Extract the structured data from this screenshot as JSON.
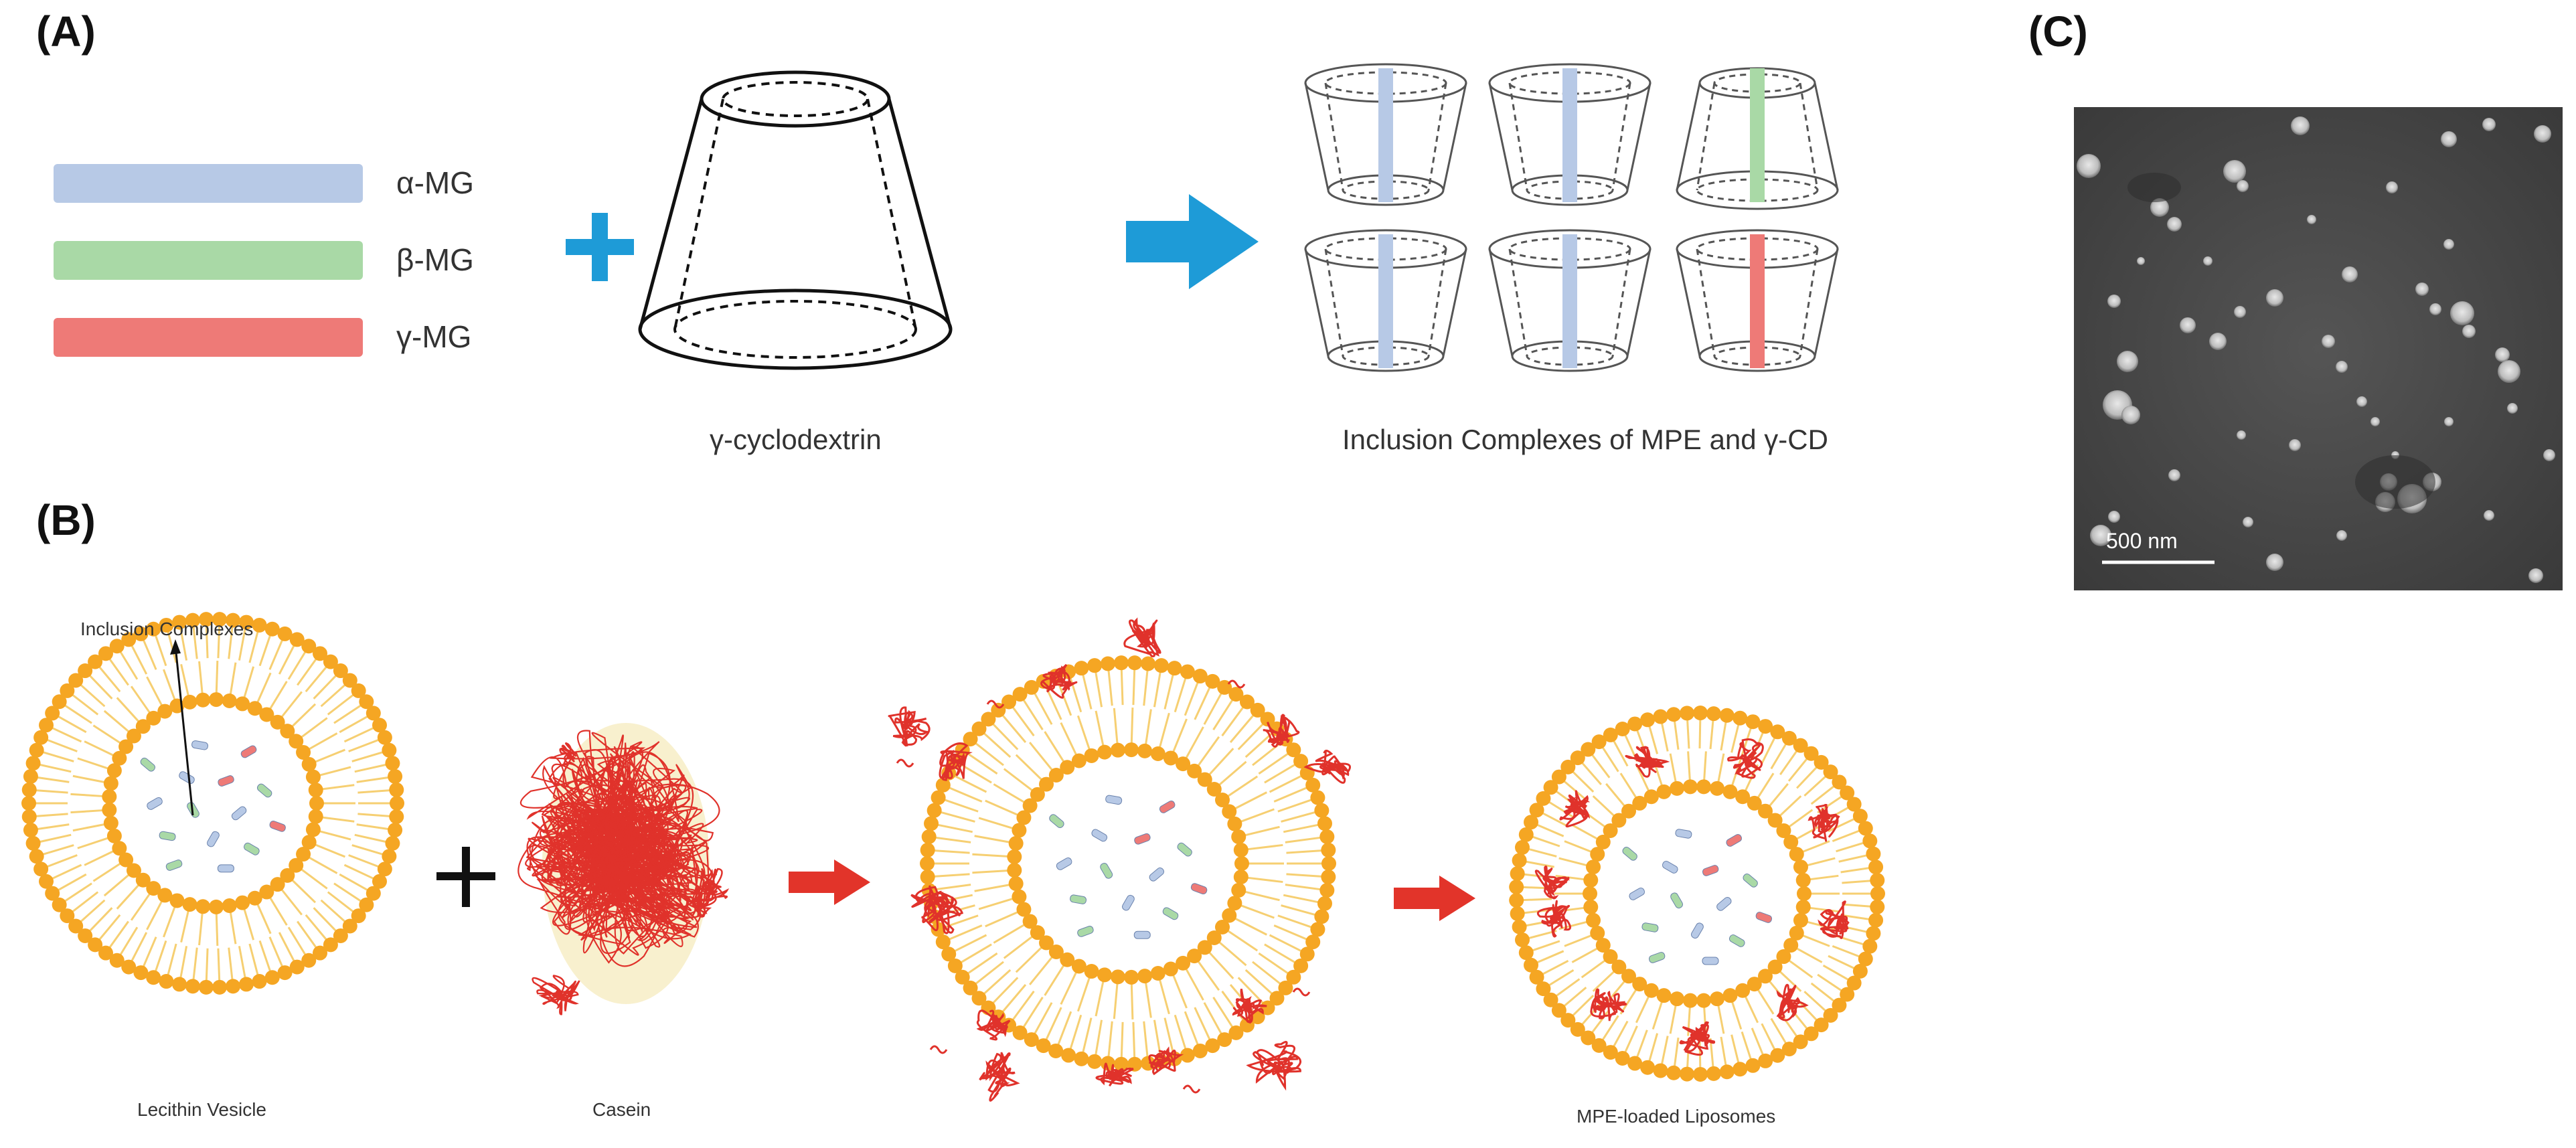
{
  "panels": {
    "a": "(A)",
    "b": "(B)",
    "c": "(C)"
  },
  "legend": [
    {
      "label": "α-MG",
      "color": "#b7c9e6"
    },
    {
      "label": "β-MG",
      "color": "#a9d9a6"
    },
    {
      "label": "γ-MG",
      "color": "#ee7a77"
    }
  ],
  "captions": {
    "cyclodextrin": "γ-cyclodextrin",
    "inclusion_complexes": "Inclusion Complexes of MPE and γ-CD",
    "inclusion_complexes_pointer": "Inclusion Complexes",
    "lecithin": "Lecithin Vesicle",
    "casein": "Casein",
    "mpe_liposomes": "MPE-loaded Liposomes"
  },
  "tem": {
    "scale_bar": "500 nm"
  },
  "colors": {
    "plus_blue": "#1e9bd7",
    "arrow_blue": "#1e9bd7",
    "arrow_red": "#e2342a",
    "lipid_head": "#f5a623",
    "lipid_tail": "#f6cf72",
    "casein_red": "#e0322b",
    "tem_bg": "#4a4a4a"
  }
}
